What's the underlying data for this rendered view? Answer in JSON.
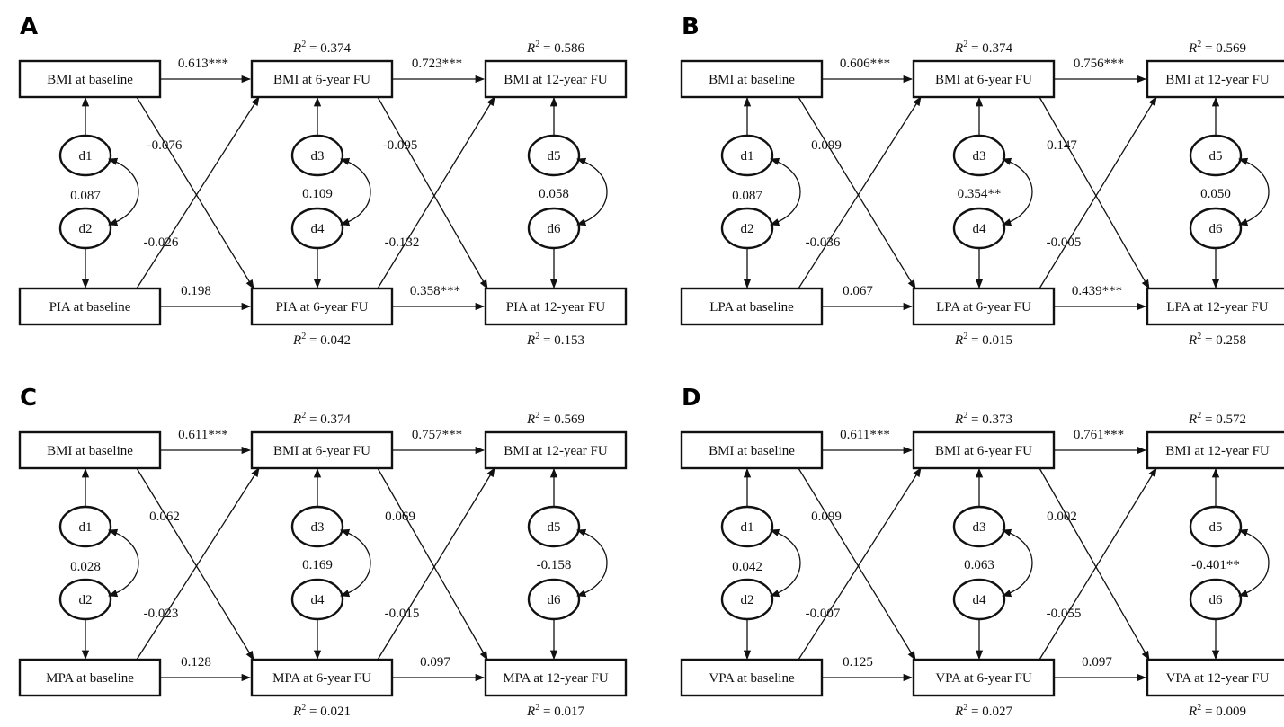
{
  "panels": [
    {
      "letter": "A",
      "boxes": {
        "bmi0": "BMI at baseline",
        "bmi6": "BMI at 6-year FU",
        "bmi12": "BMI at 12-year FU",
        "pa0": "PIA at baseline",
        "pa6": "PIA at 6-year FU",
        "pa12": "PIA at 12-year FU"
      },
      "r2": {
        "bmi6": "0.374",
        "bmi12": "0.586",
        "pa6": "0.042",
        "pa12": "0.153"
      },
      "coef": {
        "bmi0_bmi6": "0.613***",
        "bmi6_bmi12": "0.723***",
        "pa0_pa6": "0.198",
        "pa6_pa12": "0.358***",
        "bmi0_pa6": "-0.076",
        "bmi6_pa12": "-0.095",
        "pa0_bmi6": "-0.026",
        "pa6_bmi12": "-0.132",
        "cov1": "0.087",
        "cov2": "0.109",
        "cov3": "0.058"
      }
    },
    {
      "letter": "B",
      "boxes": {
        "bmi0": "BMI at baseline",
        "bmi6": "BMI at 6-year FU",
        "bmi12": "BMI at 12-year FU",
        "pa0": "LPA at baseline",
        "pa6": "LPA at 6-year FU",
        "pa12": "LPA at 12-year FU"
      },
      "r2": {
        "bmi6": "0.374",
        "bmi12": "0.569",
        "pa6": "0.015",
        "pa12": "0.258"
      },
      "coef": {
        "bmi0_bmi6": "0.606***",
        "bmi6_bmi12": "0.756***",
        "pa0_pa6": "0.067",
        "pa6_pa12": "0.439***",
        "bmi0_pa6": "0.099",
        "bmi6_pa12": "0.147",
        "pa0_bmi6": "-0.036",
        "pa6_bmi12": "-0.005",
        "cov1": "0.087",
        "cov2": "0.354**",
        "cov3": "0.050"
      }
    },
    {
      "letter": "C",
      "boxes": {
        "bmi0": "BMI at baseline",
        "bmi6": "BMI at 6-year FU",
        "bmi12": "BMI at 12-year FU",
        "pa0": "MPA at baseline",
        "pa6": "MPA at 6-year FU",
        "pa12": "MPA at 12-year FU"
      },
      "r2": {
        "bmi6": "0.374",
        "bmi12": "0.569",
        "pa6": "0.021",
        "pa12": "0.017"
      },
      "coef": {
        "bmi0_bmi6": "0.611***",
        "bmi6_bmi12": "0.757***",
        "pa0_pa6": "0.128",
        "pa6_pa12": "0.097",
        "bmi0_pa6": "0.062",
        "bmi6_pa12": "0.069",
        "pa0_bmi6": "-0.023",
        "pa6_bmi12": "-0.015",
        "cov1": "0.028",
        "cov2": "0.169",
        "cov3": "-0.158"
      }
    },
    {
      "letter": "D",
      "boxes": {
        "bmi0": "BMI at baseline",
        "bmi6": "BMI at 6-year FU",
        "bmi12": "BMI at 12-year FU",
        "pa0": "VPA at baseline",
        "pa6": "VPA at 6-year FU",
        "pa12": "VPA at 12-year FU"
      },
      "r2": {
        "bmi6": "0.373",
        "bmi12": "0.572",
        "pa6": "0.027",
        "pa12": "0.009"
      },
      "coef": {
        "bmi0_bmi6": "0.611***",
        "bmi6_bmi12": "0.761***",
        "pa0_pa6": "0.125",
        "pa6_pa12": "0.097",
        "bmi0_pa6": "0.099",
        "bmi6_pa12": "0.002",
        "pa0_bmi6": "-0.007",
        "pa6_bmi12": "-0.055",
        "cov1": "0.042",
        "cov2": "0.063",
        "cov3": "-0.401**"
      }
    }
  ],
  "disturbances": [
    "d1",
    "d2",
    "d3",
    "d4",
    "d5",
    "d6"
  ],
  "r2_prefix": "R",
  "r2_sup": "2",
  "r2_eq": " = "
}
